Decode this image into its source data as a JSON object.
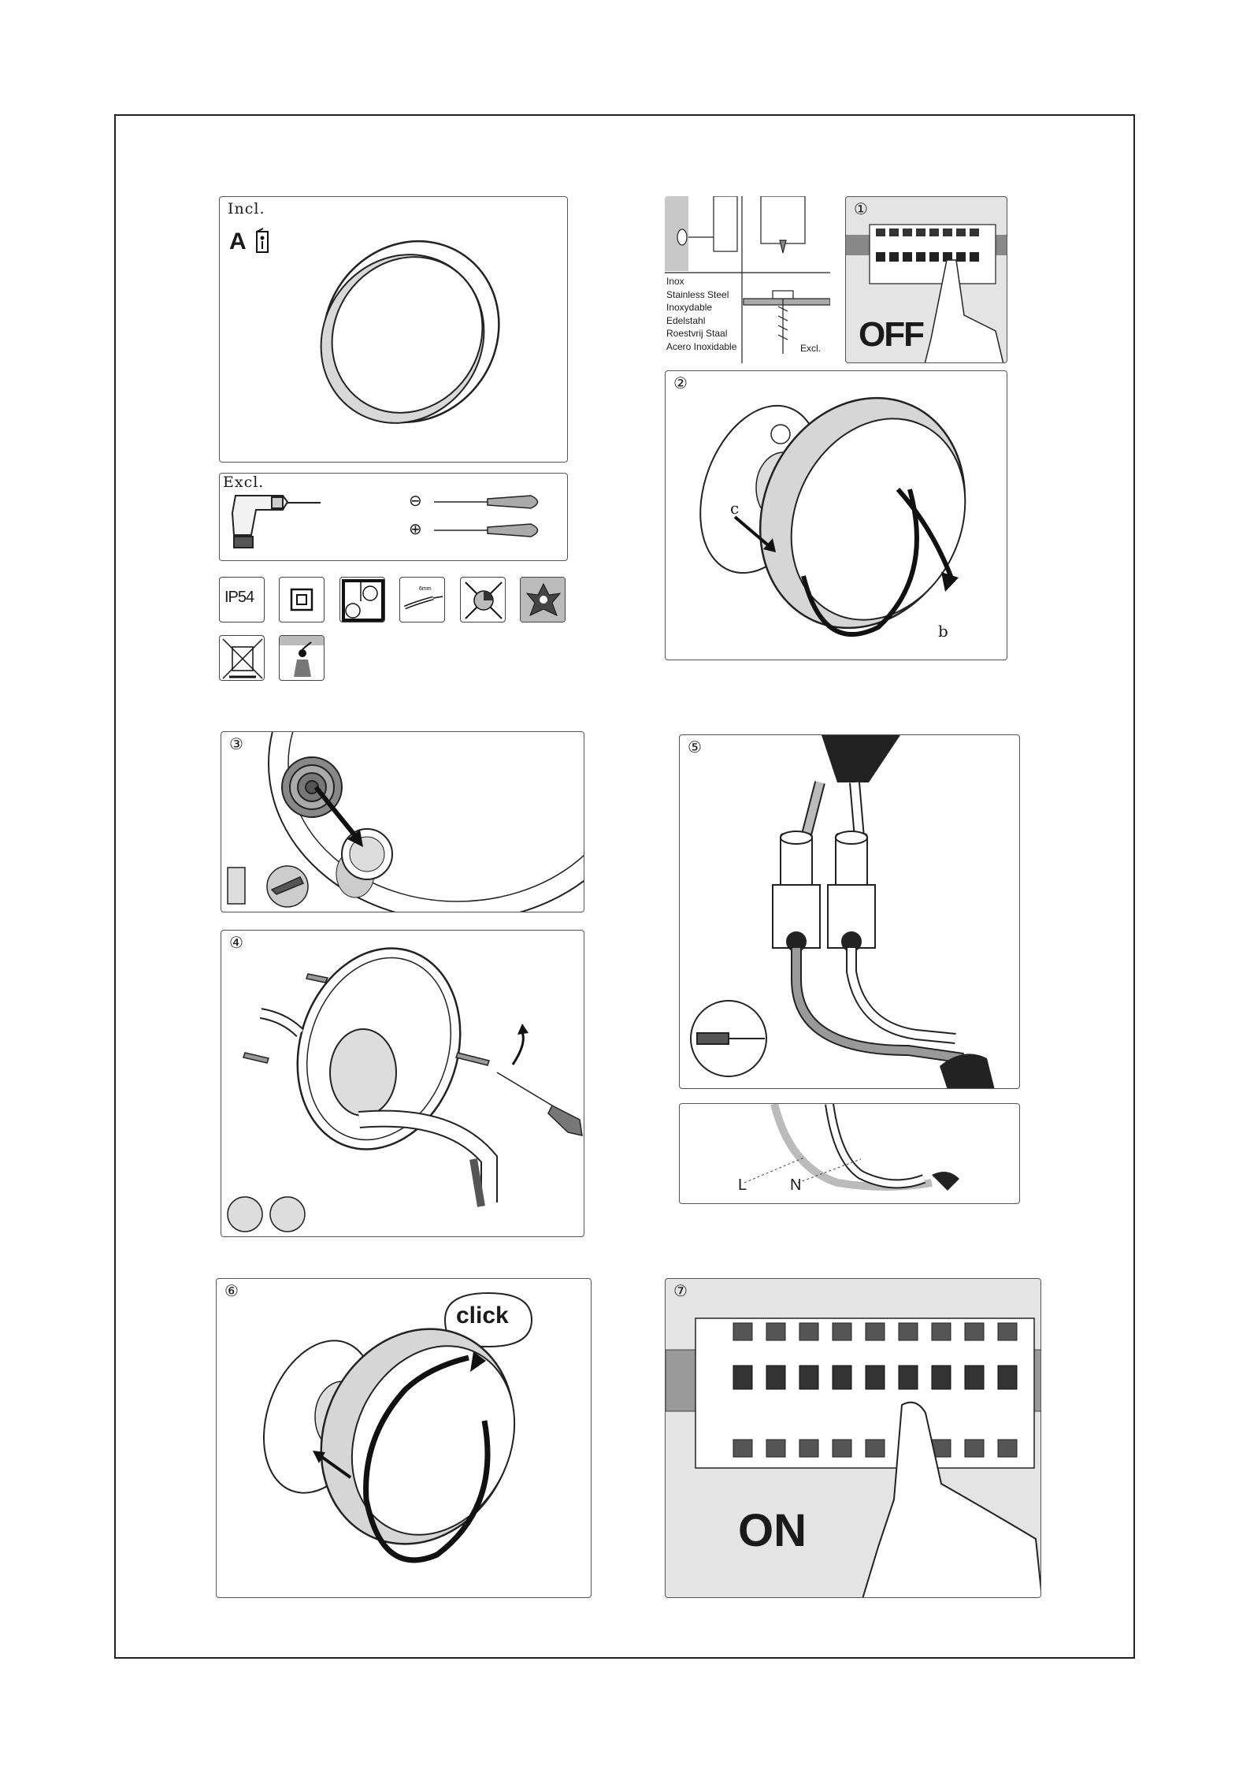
{
  "incl": {
    "label": "Incl.",
    "part_letter": "A"
  },
  "excl": {
    "label": "Excl.",
    "slot_symbol": "⊖",
    "cross_symbol": "⊕"
  },
  "icons": {
    "ip_rating": "IP54"
  },
  "materials": {
    "lines": [
      "Inox",
      "Stainless Steel",
      "Inoxydable",
      "Edelstahl",
      "Roestvrij Staal",
      "Acero Inoxidable"
    ],
    "excl_label": "Excl."
  },
  "steps": {
    "s1": {
      "num": "①",
      "text": "OFF"
    },
    "s2": {
      "num": "②",
      "label_c": "c",
      "label_b": "b"
    },
    "s3": {
      "num": "③"
    },
    "s4": {
      "num": "④"
    },
    "s5": {
      "num": "⑤",
      "label_l": "L",
      "label_n": "N"
    },
    "s6": {
      "num": "⑥",
      "bubble": "click"
    },
    "s7": {
      "num": "⑦",
      "text": "ON"
    }
  }
}
